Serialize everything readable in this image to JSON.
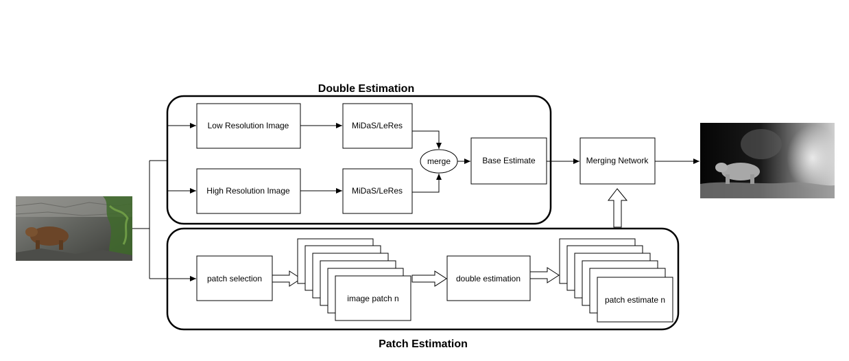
{
  "diagram": {
    "groups": {
      "double_estimation": "Double Estimation",
      "patch_estimation": "Patch Estimation"
    },
    "nodes": {
      "low_res": "Low Resolution Image",
      "high_res": "High Resolution Image",
      "model_top": "MiDaS/LeRes",
      "model_bottom": "MiDaS/LeRes",
      "merge": "merge",
      "base_estimate": "Base Estimate",
      "merging_network": "Merging Network",
      "patch_selection": "patch selection",
      "image_patch": "image patch n",
      "double_estimation": "double estimation",
      "patch_estimate": "patch estimate n"
    },
    "images": {
      "input": "input-photo-bear",
      "output": "depth-map-output"
    },
    "colors": {
      "stroke": "#000000",
      "background": "#ffffff"
    }
  }
}
